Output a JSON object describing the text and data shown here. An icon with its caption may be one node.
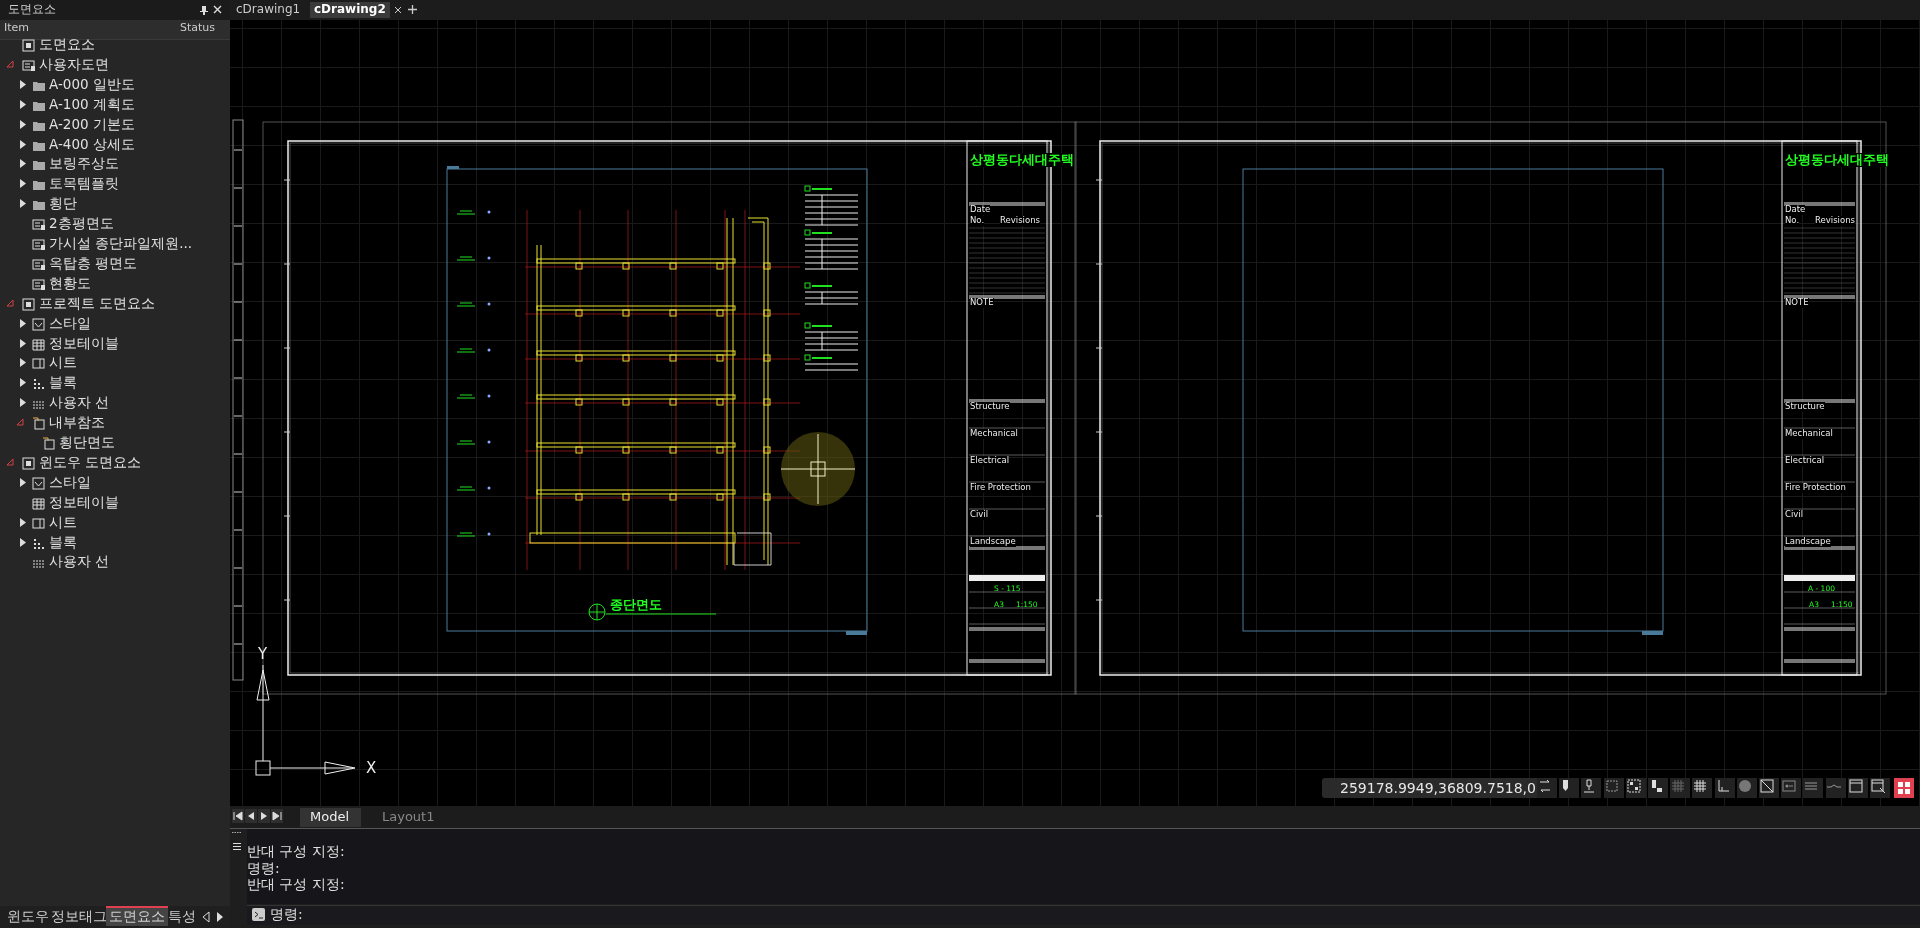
{
  "diagram": {
    "labels": [
      "도면요소",
      "Item",
      "Status",
      "도면요소",
      "사용자도면",
      "A-000 일반도",
      "A-100 계획도",
      "A-200 기본도",
      "A-400 상세도",
      "보링주상도",
      "토목템플릿",
      "횡단",
      "2층평면도",
      "가시설 종단파일제원...",
      "옥탑층 평면도",
      "현황도",
      "프로젝트 도면요소",
      "스타일",
      "정보테이블",
      "시트",
      "블록",
      "사용자 선",
      "내부참조",
      "횡단면도",
      "윈도우 도면요소",
      "스타일",
      "정보테이블",
      "시트",
      "블록",
      "사용자 선",
      "윈도우",
      "정보태그",
      "도면요소",
      "특성",
      "cDrawing1",
      "cDrawing2",
      "상평동다세대주택",
      "Date",
      "No.",
      "Revisions",
      "NOTE",
      "Structure",
      "Mechanical",
      "Electrical",
      "Fire Protection",
      "Civil",
      "Landscape",
      "S - 115",
      "A3",
      "1:150",
      "종단면도",
      "상평동다세대주택",
      "Date",
      "No.",
      "Revisions",
      "NOTE",
      "Structure",
      "Mechanical",
      "Electrical",
      "Fire Protection",
      "Civil",
      "Landscape",
      "A - 100",
      "A3",
      "1:150",
      "Y",
      "X",
      "259178.9949,36809.7518,0",
      "Model",
      "Layout1",
      "반대 구성 지정:",
      "명령:",
      "반대 구성 지정:",
      "명령:"
    ]
  }
}
